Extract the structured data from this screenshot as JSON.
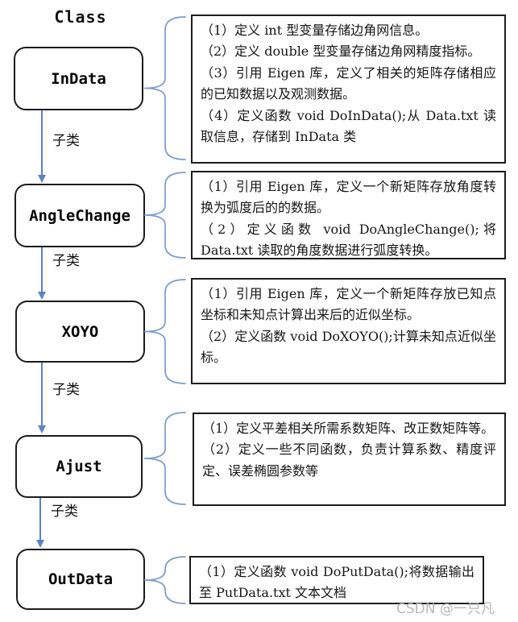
{
  "title": "Class",
  "edge_label": "子类",
  "watermark": "CSDN @一只凡",
  "colors": {
    "arrow_blue": "#5b83c8",
    "brace_blue": "#7d9ad2",
    "box_border": "#1c1c1c",
    "watermark_gray": "#b8b7bd"
  },
  "nodes": [
    {
      "label": "InData",
      "desc_items": [
        "（1）定义 int 型变量存储边角网信息。",
        "（2）定义 double 型变量存储边角网精度指标。",
        "（3）引用 Eigen 库，定义了相关的矩阵存储相应的已知数据以及观测数据。",
        "（4）定义函数 void DoInData();从 Data.txt 读取信息，存储到 InData 类"
      ]
    },
    {
      "label": "AngleChange",
      "desc_items": [
        "（1）引用 Eigen 库，定义一个新矩阵存放角度转换为弧度后的的数据。",
        "（2）定义函数 void DoAngleChange();将 Data.txt 读取的角度数据进行弧度转换。"
      ]
    },
    {
      "label": "XOYO",
      "desc_items": [
        "（1）引用 Eigen 库，定义一个新矩阵存放已知点坐标和未知点计算出来后的近似坐标。",
        "（2）定义函数 void DoXOYO();计算未知点近似坐标。"
      ]
    },
    {
      "label": "Ajust",
      "desc_items": [
        "（1）定义平差相关所需系数矩阵、改正数矩阵等。",
        "（2）定义一些不同函数，负责计算系数、精度评定、误差椭圆参数等"
      ]
    },
    {
      "label": "OutData",
      "desc_items": [
        "（1）定义函数 void DoPutData();将数据输出至 PutData.txt 文本文档"
      ]
    }
  ]
}
